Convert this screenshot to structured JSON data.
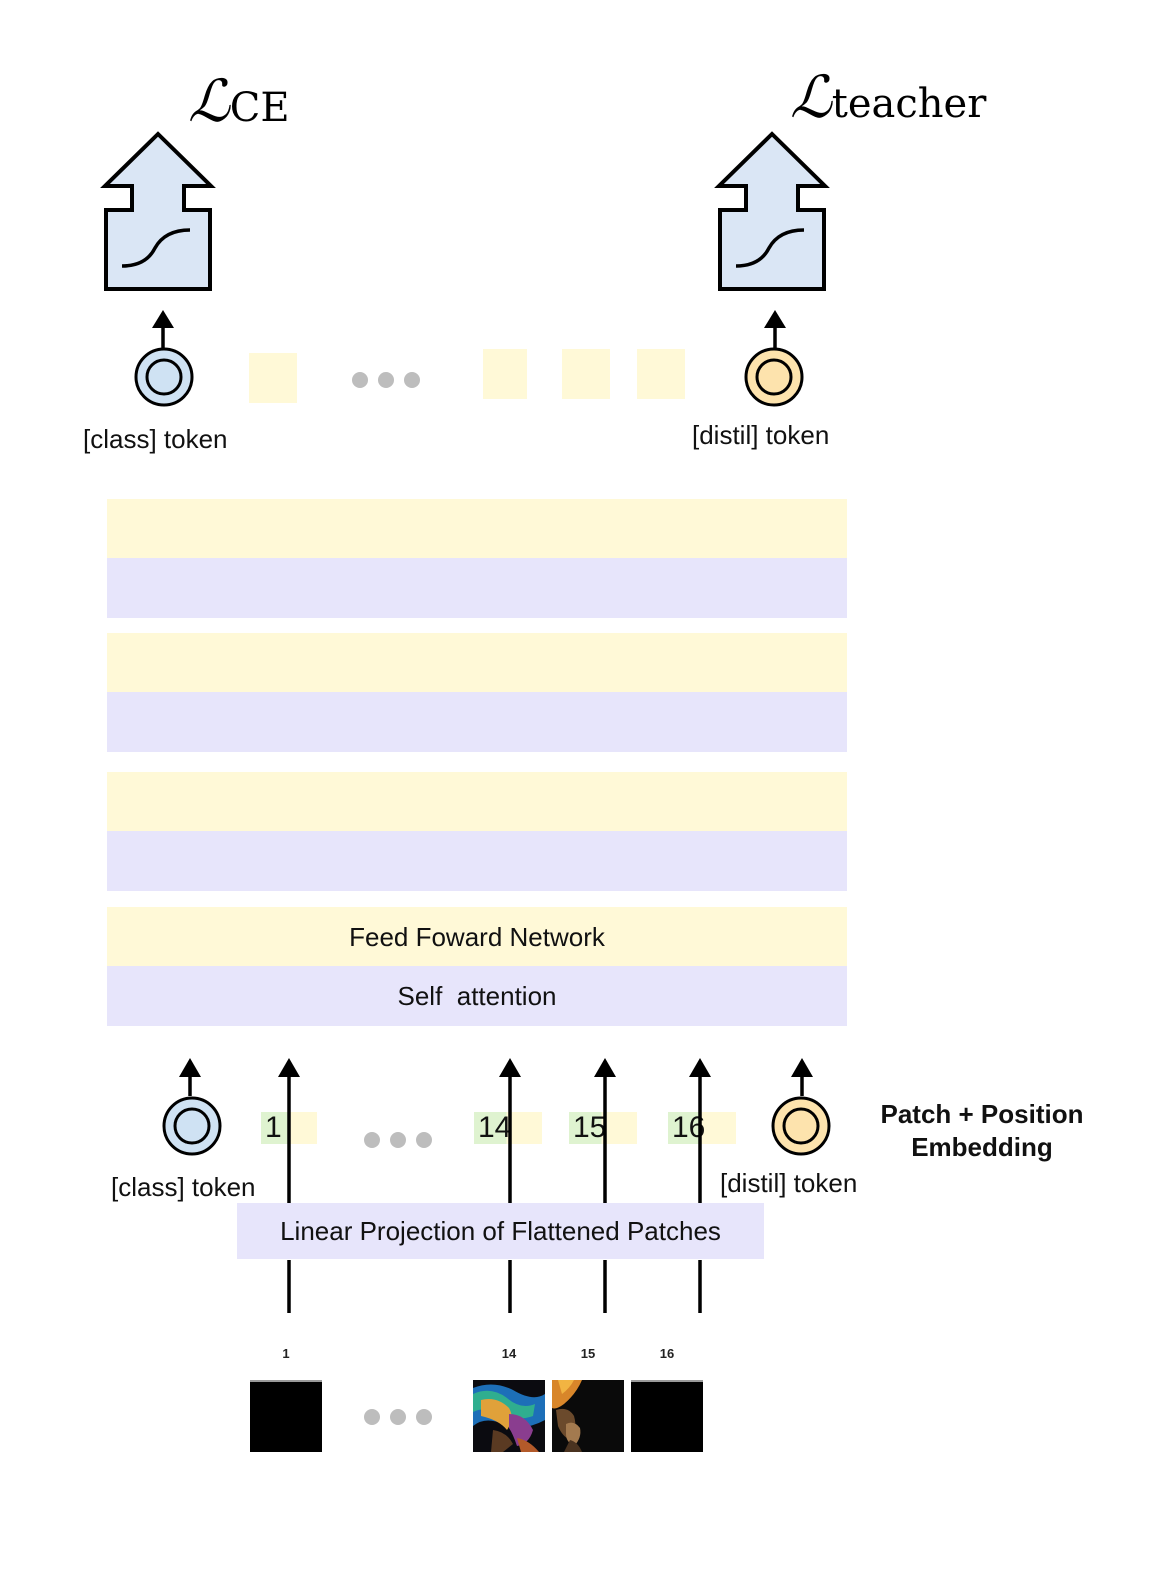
{
  "losses": {
    "ce": {
      "script": "ℒ",
      "subscript": "CE"
    },
    "teacher": {
      "script": "ℒ",
      "subscript": "teacher"
    }
  },
  "tokens": {
    "class_label": "[class] token",
    "distil_label": "[distil] token"
  },
  "layers": {
    "ffn_label": "Feed Foward Network",
    "sa_label": "Self  attention"
  },
  "patch_embeddings": [
    "1",
    "14",
    "15",
    "16"
  ],
  "patch_embedding_label_line1": "Patch + Position",
  "patch_embedding_label_line2": "Embedding",
  "linear_projection_label": "Linear Projection of Flattened Patches",
  "patches": [
    "1",
    "14",
    "15",
    "16"
  ],
  "colors": {
    "class_token": "#cfe2f3",
    "distil_token": "#fde3ad",
    "ffn": "#fff9d7",
    "self_attention": "#e7e5fb",
    "positional": "#dff3d0",
    "head": "#dae6f5",
    "dots": "#bdbdbd"
  }
}
